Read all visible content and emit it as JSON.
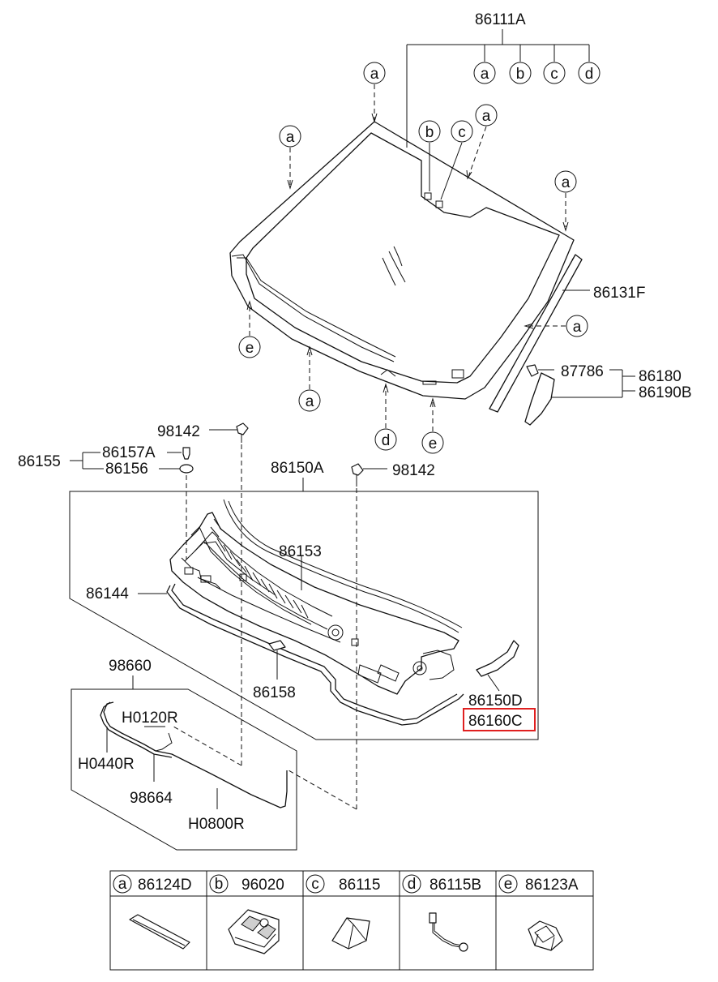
{
  "labels": {
    "windshield_assy": "86111A",
    "molding_side": "86131F",
    "clip_87786": "87786",
    "trim_upper": "86180",
    "trim_lower": "86190B",
    "clip_top": "98142",
    "clip_mid": "98142",
    "group_86155": "86155",
    "bolt_86157a": "86157A",
    "nut_86156": "86156",
    "cowl_assy": "86150A",
    "cowl_cover": "86153",
    "seal_86144": "86144",
    "pad_86158": "86158",
    "cover_86150d": "86150D",
    "cover_86160c": "86160C",
    "washer_group": "98660",
    "hose_h0120r": "H0120R",
    "hose_h0440r": "H0440R",
    "connector_98664": "98664",
    "hose_h0800r": "H0800R"
  },
  "callouts": {
    "a": "a",
    "b": "b",
    "c": "c",
    "d": "d",
    "e": "e"
  },
  "legend": [
    {
      "key": "a",
      "part": "86124D",
      "icon": "molding-strip-icon"
    },
    {
      "key": "b",
      "part": "96020",
      "icon": "sensor-bracket-icon"
    },
    {
      "key": "c",
      "part": "86115",
      "icon": "pad-icon"
    },
    {
      "key": "d",
      "part": "86115B",
      "icon": "wire-harness-icon"
    },
    {
      "key": "e",
      "part": "86123A",
      "icon": "clip-icon"
    }
  ],
  "highlight_color": "#e02020"
}
